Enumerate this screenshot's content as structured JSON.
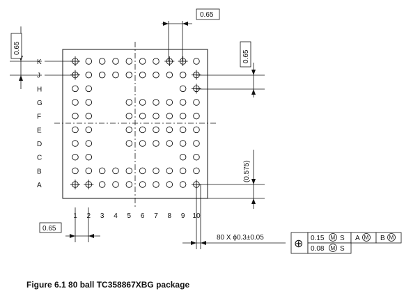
{
  "package": {
    "row_labels": [
      "K",
      "J",
      "H",
      "G",
      "F",
      "E",
      "D",
      "C",
      "B",
      "A"
    ],
    "column_labels": [
      "1",
      "2",
      "3",
      "4",
      "5",
      "6",
      "7",
      "8",
      "9",
      "10"
    ],
    "rows": {
      "K": [
        1,
        2,
        3,
        4,
        5,
        6,
        7,
        8,
        9,
        10
      ],
      "J": [
        1,
        2,
        3,
        4,
        5,
        6,
        7,
        8,
        9,
        10
      ],
      "H": [
        1,
        2,
        9,
        10
      ],
      "G": [
        1,
        2,
        5,
        6,
        7,
        8,
        9,
        10
      ],
      "F": [
        1,
        2,
        5,
        6,
        7,
        8,
        9,
        10
      ],
      "E": [
        1,
        2,
        5,
        6,
        7,
        8,
        9,
        10
      ],
      "D": [
        1,
        2,
        5,
        6,
        7,
        8,
        9,
        10
      ],
      "C": [
        1,
        2,
        9,
        10
      ],
      "B": [
        1,
        2,
        3,
        4,
        5,
        6,
        7,
        8,
        9,
        10
      ],
      "A": [
        1,
        2,
        3,
        4,
        5,
        6,
        7,
        8,
        9,
        10
      ]
    },
    "reference_balls": [
      {
        "row": "K",
        "col": 1
      },
      {
        "row": "K",
        "col": 8
      },
      {
        "row": "K",
        "col": 9
      },
      {
        "row": "J",
        "col": 1
      },
      {
        "row": "J",
        "col": 10
      },
      {
        "row": "H",
        "col": 10
      },
      {
        "row": "A",
        "col": 1
      },
      {
        "row": "A",
        "col": 2
      },
      {
        "row": "A",
        "col": 10
      }
    ]
  },
  "dimensions": {
    "top_pitch": "0.65",
    "left_pitch": "0.65",
    "right_pitch": "0.65",
    "right_offset": "(0.575)",
    "bottom_pitch": "0.65"
  },
  "tolerance": {
    "ball_spec": "80 X ϕ0.3±0.05",
    "symbol": "⊕",
    "row1": {
      "value": "0.15",
      "m1": "M",
      "s": "S",
      "datum_a": "A",
      "m2": "M",
      "datum_b": "B",
      "m3": "M"
    },
    "row2": {
      "value": "0.08",
      "m": "M",
      "s": "S"
    }
  },
  "caption": "Figure 6.1  80 ball TC358867XBG package"
}
